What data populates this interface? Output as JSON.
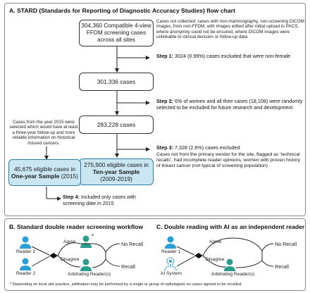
{
  "panelA": {
    "title": "A. STARD (Standards for Reporting of Diagnostic Accuracy Studies) flow chart",
    "box1": "304,360 Compatible 4-view FFDM screening cases across all sites",
    "box2": "301,336 cases",
    "box3": "283,228 cases",
    "box4": {
      "count": "275,900 eligible cases in",
      "bold": "Ten-year Sample",
      "years": "(2009-2019)"
    },
    "box5": {
      "count": "45,675 eligible cases in",
      "bold": "One-year Sample",
      "years": "(2015)"
    },
    "not_collected": "Cases not collected: cases with non-mammography, non-screening DICOM images, from non-FFDM, with images edited after initial upload to PACS, where anonymity could not be ensured, where DICOM images were unlinkable to clinical decision or follow-up data",
    "step1": {
      "label": "Step 1:",
      "text": "3024 (0.99%) cases excluded that were non-female"
    },
    "step2": {
      "label": "Step 2:",
      "text": "6% of women and all their cases (18,108) were randomly selected to be excluded for future research and development"
    },
    "step3": {
      "label": "Step 3:",
      "text": "7,328 (2.6%) cases excluded",
      "detail": "Cases not from the primary vendor for the site, flagged as ‘technical recalls’, had incomplete reader opinions, women with proven history of breast cancer (not typical of screening population)"
    },
    "step4": {
      "label": "Step 4:",
      "text": "Included only cases with screening date in 2015"
    },
    "side_note": "Cases from the year 2015 were selected which would have at least a three-year follow-up and more reliable information on historical missed cancers."
  },
  "panelB": {
    "title": "B. Standard double reader screening workflow",
    "reader1": "Reader 1",
    "reader2": "Reader 2",
    "agree": "Agree",
    "disagree": "Disagree",
    "no_recall": "No Recall",
    "recall": "Recall",
    "arbitrating": "Arbitrating Reader(s)",
    "asterisk": "*"
  },
  "panelC": {
    "title": "C. Double reading with AI as an independent reader",
    "reader1": "Reader 1",
    "ai_system": "AI System",
    "agree": "Agree",
    "disagree": "Disagree",
    "no_recall": "No Recall",
    "recall": "Recall",
    "arbitrating": "Arbitrating Reader(s)"
  },
  "footnote": "* Depending on local site practice, arbitration may be performed by a single or group of radiologists on cases agreed to be recalled.",
  "colors": {
    "reader": "#2a9fd6",
    "arbitrator": "#2a9d8f",
    "ai": "#2a9fd6",
    "box_blue": "#c9e6f2"
  }
}
